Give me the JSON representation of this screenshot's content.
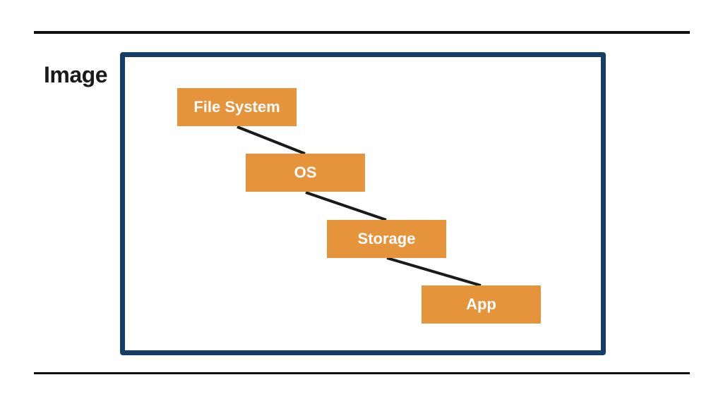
{
  "slide": {
    "title": "Image"
  },
  "diagram": {
    "nodes": [
      {
        "id": "file-system",
        "label": "File System"
      },
      {
        "id": "os",
        "label": "OS"
      },
      {
        "id": "storage",
        "label": "Storage"
      },
      {
        "id": "app",
        "label": "App"
      }
    ],
    "edges": [
      {
        "from": "file-system",
        "to": "os"
      },
      {
        "from": "os",
        "to": "storage"
      },
      {
        "from": "storage",
        "to": "app"
      }
    ]
  },
  "colors": {
    "node_fill": "#e6943c",
    "node_text": "#ffffff",
    "frame_border": "#163d66",
    "connector": "#1a1a1a"
  }
}
